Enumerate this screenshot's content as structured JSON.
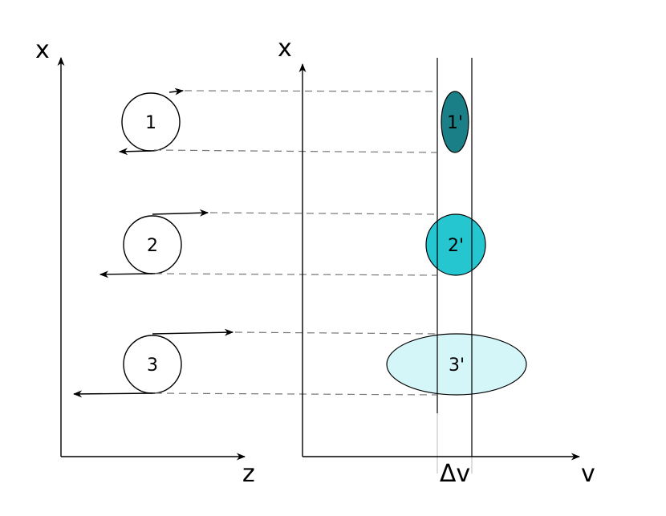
{
  "left_plot": {
    "x_axis_label": "z",
    "y_axis_label": "x"
  },
  "right_plot": {
    "x_axis_label": "v",
    "y_axis_label": "x",
    "band_label": "Δv"
  },
  "orbits": [
    {
      "label": "1"
    },
    {
      "label": "2"
    },
    {
      "label": "3"
    }
  ],
  "velocity_blobs": [
    {
      "label": "1'",
      "color": "#1b7f87"
    },
    {
      "label": "2'",
      "color": "#26c6d0"
    },
    {
      "label": "3'",
      "color": "#d5f6f9"
    }
  ]
}
